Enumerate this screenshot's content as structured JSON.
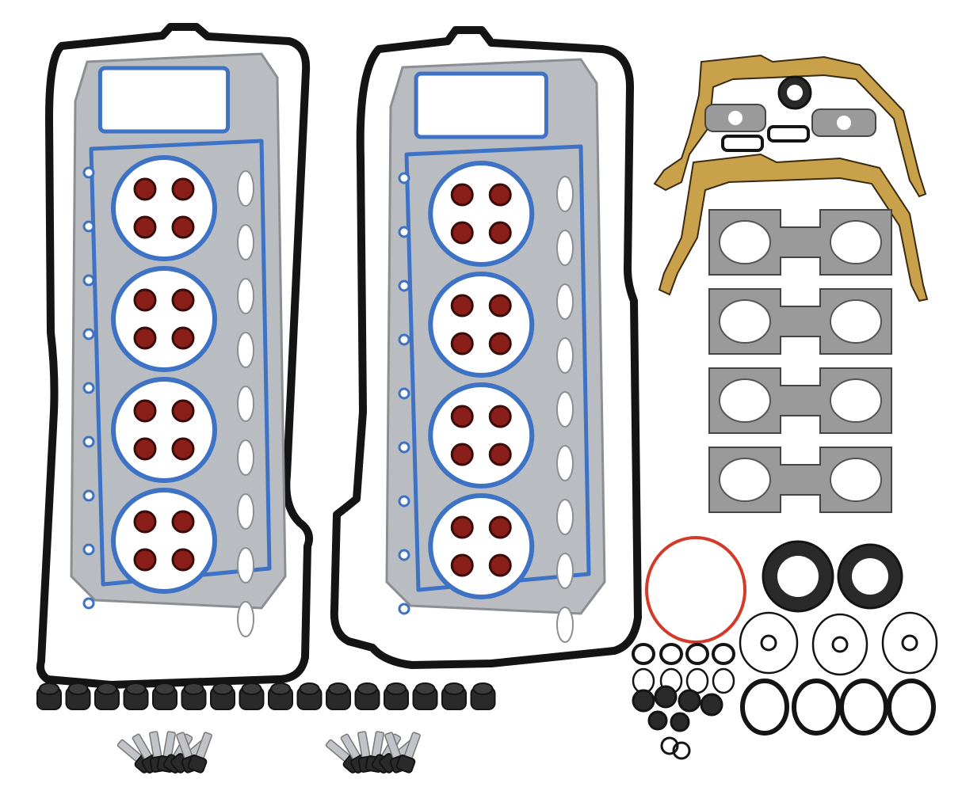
{
  "image": {
    "background": "#ffffff"
  },
  "palette": {
    "head_gasket_metal": "#b9bcc0",
    "head_gasket_outline": "#8b8f94",
    "blue_seal": "#3d72c4",
    "valve_seal_red": "#8a1f1a",
    "valve_seal_dark": "#3a0c0a",
    "rubber_black": "#141414",
    "rubber_dark": "#2a2a2a",
    "gold_gasket": "#c9a14a",
    "graphite_gasket": "#9a9a9a",
    "red_oring": "#d43a2a",
    "bolt_steel": "#c0c4c8"
  },
  "counts": {
    "head_gaskets": 2,
    "valve_cover_gaskets": 2,
    "exhaust_manifold_gaskets": 4,
    "valve_stem_seals": 32,
    "spark_plug_grommets": 16,
    "bolts": 16
  }
}
